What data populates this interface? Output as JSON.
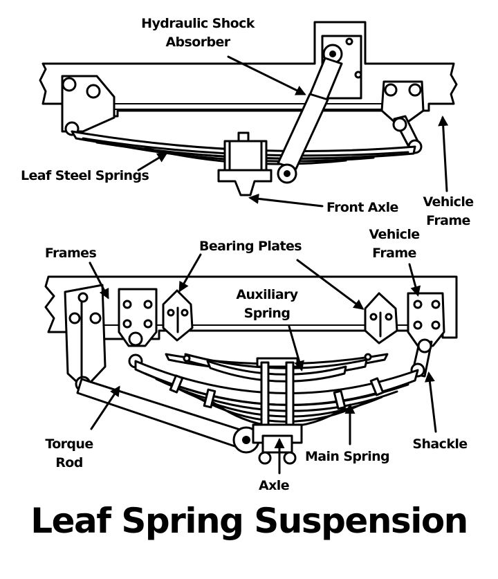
{
  "title": "Leaf Spring Suspension",
  "top_diagram": {
    "labels": {
      "shock_line1": "Hydraulic Shock",
      "shock_line2": "Absorber",
      "leaf_springs": "Leaf Steel Springs",
      "front_axle": "Front Axle",
      "frame_line1": "Vehicle",
      "frame_line2": "Frame"
    }
  },
  "bottom_diagram": {
    "labels": {
      "frames": "Frames",
      "bearing_plates": "Bearing Plates",
      "frame_line1": "Vehicle",
      "frame_line2": "Frame",
      "aux_line1": "Auxiliary",
      "aux_line2": "Spring",
      "torque_line1": "Torque",
      "torque_line2": "Rod",
      "main_spring": "Main Spring",
      "shackle": "Shackle",
      "axle": "Axle"
    }
  },
  "colors": {
    "ink": "#000000",
    "paper": "#ffffff"
  }
}
